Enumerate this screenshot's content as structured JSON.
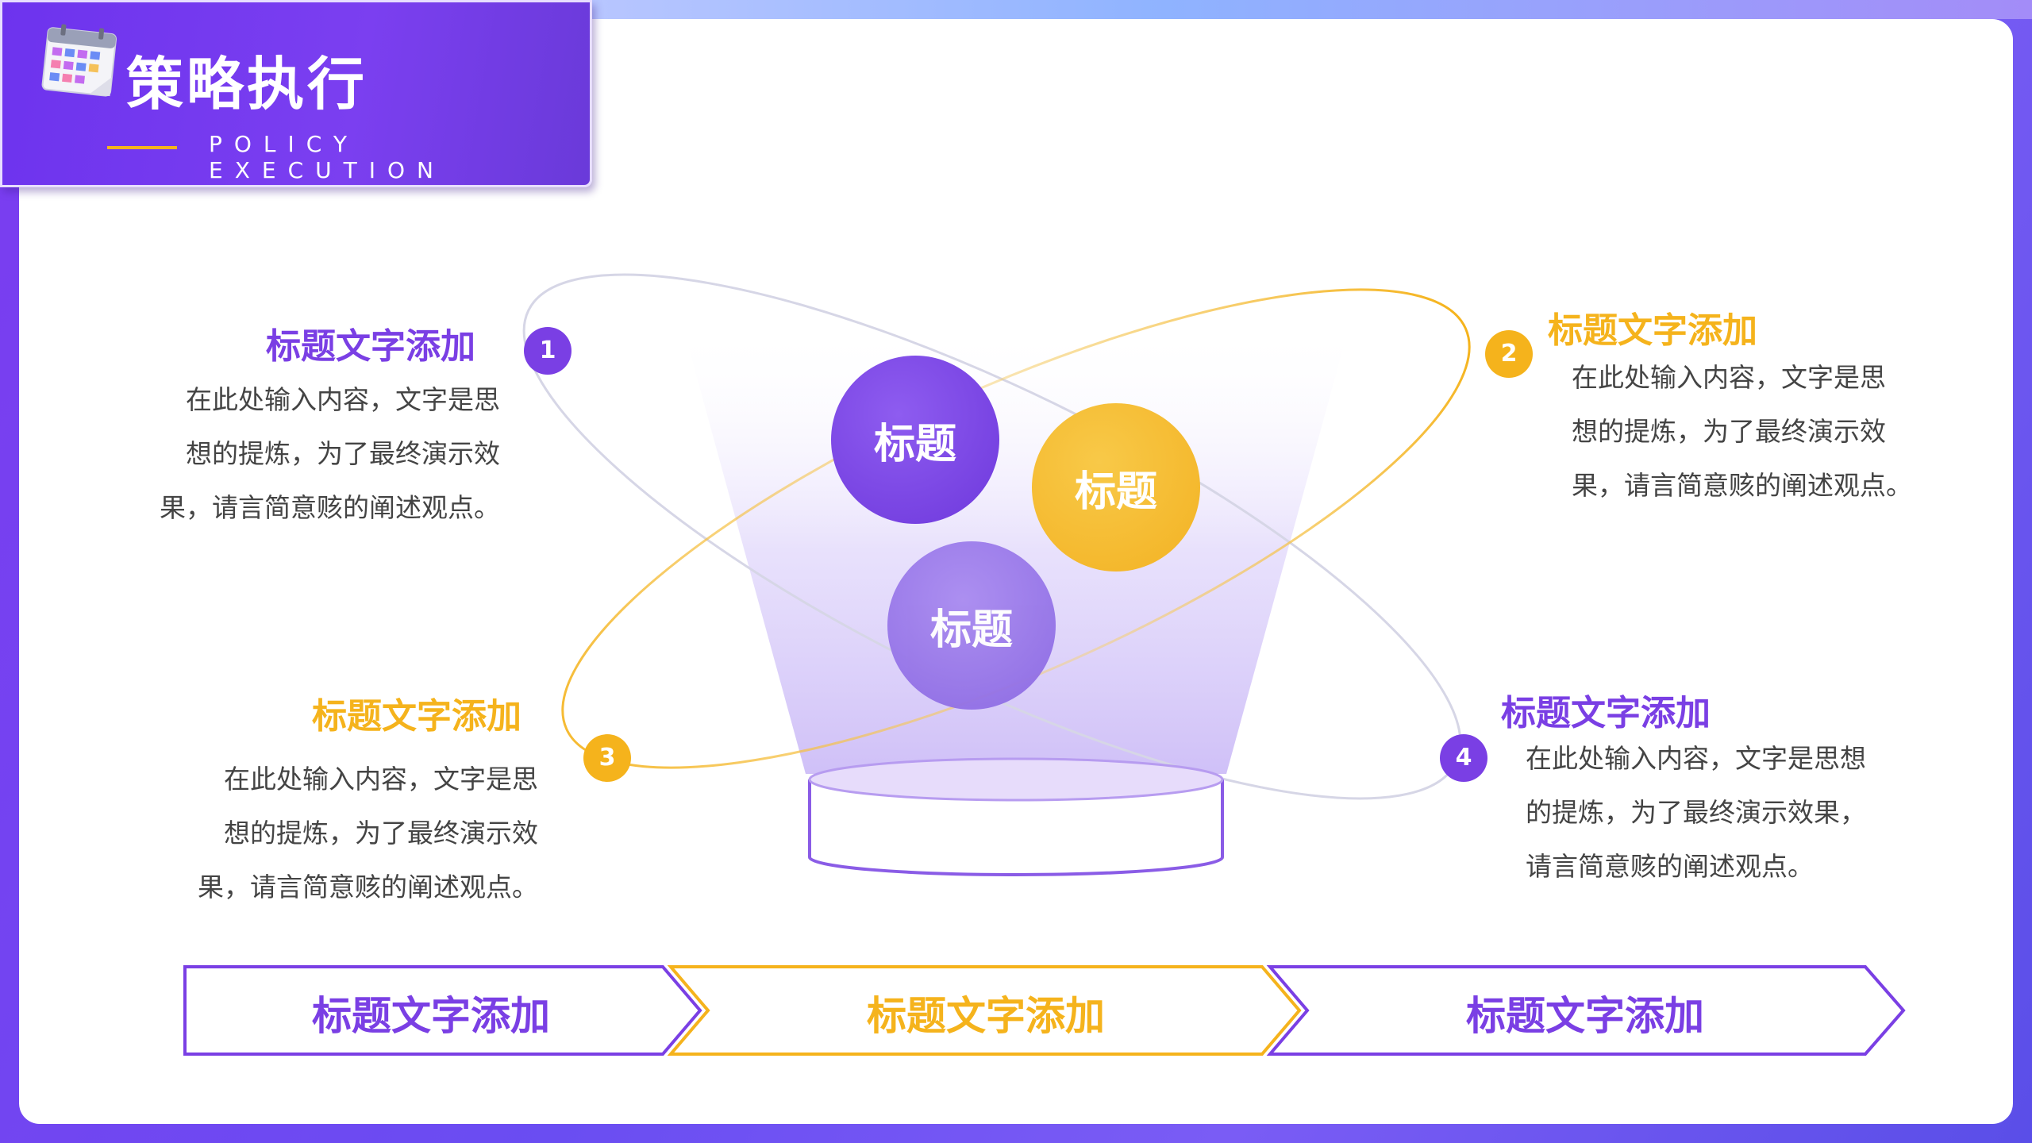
{
  "header": {
    "title": "策略执行",
    "subtitle": "POLICY EXECUTION",
    "icon": "calendar-icon"
  },
  "items": [
    {
      "number": "1",
      "title": "标题文字添加",
      "body_lines": [
        "在此处输入内容，文字是思",
        "想的提炼，为了最终演示效",
        "果，请言简意赅的阐述观点。"
      ],
      "color": "#7a3fe4"
    },
    {
      "number": "2",
      "title": "标题文字添加",
      "body_lines": [
        "在此处输入内容，文字是思",
        "想的提炼，为了最终演示效",
        "果，请言简意赅的阐述观点。"
      ],
      "color": "#f5b31c"
    },
    {
      "number": "3",
      "title": "标题文字添加",
      "body_lines": [
        "在此处输入内容，文字是思",
        "想的提炼，为了最终演示效",
        "果，请言简意赅的阐述观点。"
      ],
      "color": "#f5b31c"
    },
    {
      "number": "4",
      "title": "标题文字添加",
      "body_lines": [
        "在此处输入内容，文字是思想",
        "的提炼，为了最终演示效果，",
        "请言简意赅的阐述观点。"
      ],
      "color": "#7a3fe4"
    }
  ],
  "bubbles": [
    "标题",
    "标题",
    "标题"
  ],
  "arrows": [
    {
      "label": "标题文字添加",
      "color": "#7a3fe4"
    },
    {
      "label": "标题文字添加",
      "color": "#f5b31c"
    },
    {
      "label": "标题文字添加",
      "color": "#7a3fe4"
    }
  ],
  "colors": {
    "purple": "#7a3fe4",
    "yellow": "#f5b31c"
  }
}
